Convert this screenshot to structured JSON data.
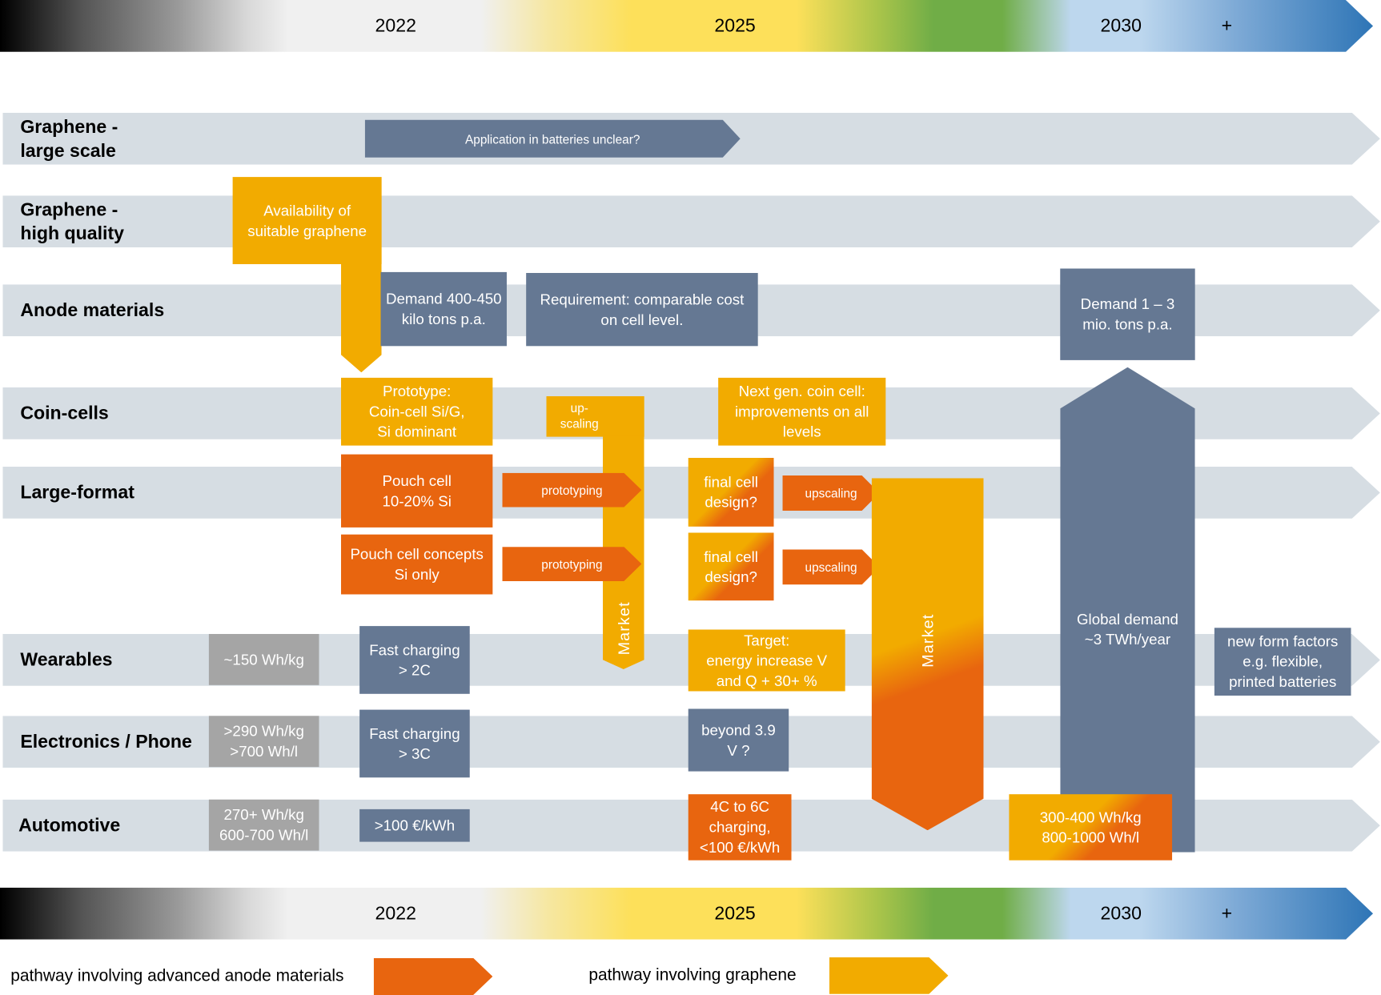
{
  "timeline": {
    "years": [
      "2022",
      "2025",
      "2030",
      "+"
    ],
    "gradient_colors": [
      "#000000",
      "#f0f0f0",
      "#fde05a",
      "#70ad47",
      "#bdd7ee",
      "#2e75b6"
    ]
  },
  "rows": [
    {
      "label_line1": "Graphene -",
      "label_line2": "large scale"
    },
    {
      "label_line1": "Graphene -",
      "label_line2": "high quality"
    },
    {
      "label": "Anode materials"
    },
    {
      "label": "Coin-cells"
    },
    {
      "label": "Large-format"
    },
    {
      "label": "Wearables"
    },
    {
      "label": "Electronics / Phone"
    },
    {
      "label": "Automotive"
    }
  ],
  "boxes": {
    "graphene_large_scale": "Application in batteries unclear?",
    "availability": {
      "l1": "Availability of",
      "l2": "suitable graphene"
    },
    "demand_400": {
      "l1": "Demand 400-450",
      "l2": "kilo tons p.a."
    },
    "requirement": {
      "l1": "Requirement: comparable cost",
      "l2": "on cell level."
    },
    "demand_1_3": {
      "l1": "Demand 1 – 3",
      "l2": "mio. tons p.a."
    },
    "prototype_coin": {
      "l1": "Prototype:",
      "l2": "Coin-cell Si/G,",
      "l3": "Si dominant"
    },
    "upscaling_small": {
      "l1": "up-",
      "l2": "scaling"
    },
    "next_gen_coin": {
      "l1": "Next gen. coin cell:",
      "l2": "improvements on all",
      "l3": "levels"
    },
    "pouch_cell": {
      "l1": "Pouch cell",
      "l2": "10-20% Si"
    },
    "pouch_concepts": {
      "l1": "Pouch cell concepts",
      "l2": "Si only"
    },
    "prototyping_1": "prototyping",
    "prototyping_2": "prototyping",
    "final_cell_1": {
      "l1": "final cell",
      "l2": "design?"
    },
    "final_cell_2": {
      "l1": "final cell",
      "l2": "design?"
    },
    "upscaling_1": "upscaling",
    "upscaling_2": "upscaling",
    "market_1": "Market",
    "market_2": "Market",
    "global_demand": {
      "l1": "Global demand",
      "l2": "~3 TWh/year"
    },
    "wearables_spec": "~150 Wh/kg",
    "fast_2c": {
      "l1": "Fast charging",
      "l2": "> 2C"
    },
    "target": {
      "l1": "Target:",
      "l2": "energy increase V",
      "l3": "and Q + 30+ %"
    },
    "new_form": {
      "l1": "new form factors",
      "l2": "e.g. flexible,",
      "l3": "printed batteries"
    },
    "electronics_spec": {
      "l1": ">290 Wh/kg",
      "l2": ">700 Wh/l"
    },
    "fast_3c": {
      "l1": "Fast charging",
      "l2": "> 3C"
    },
    "beyond_39": {
      "l1": "beyond 3.9",
      "l2": "V ?"
    },
    "automotive_spec": {
      "l1": "270+ Wh/kg",
      "l2": "600-700 Wh/l"
    },
    "cost_100": ">100 €/kWh",
    "fast_4c6c": {
      "l1": "4C to 6C",
      "l2": "charging,",
      "l3": "<100 €/kWh"
    },
    "auto_2030": {
      "l1": "300-400 Wh/kg",
      "l2": "800-1000 Wh/l"
    }
  },
  "legend": {
    "anode_label": "pathway involving advanced anode materials",
    "anode_color": "#e8650f",
    "graphene_label": "pathway involving graphene",
    "graphene_color": "#f2ab00"
  },
  "colors": {
    "slate": "#657893",
    "gray": "#a5a5a5",
    "orange": "#e8650f",
    "yellow": "#f2ab00",
    "band": "#d6dde3"
  }
}
